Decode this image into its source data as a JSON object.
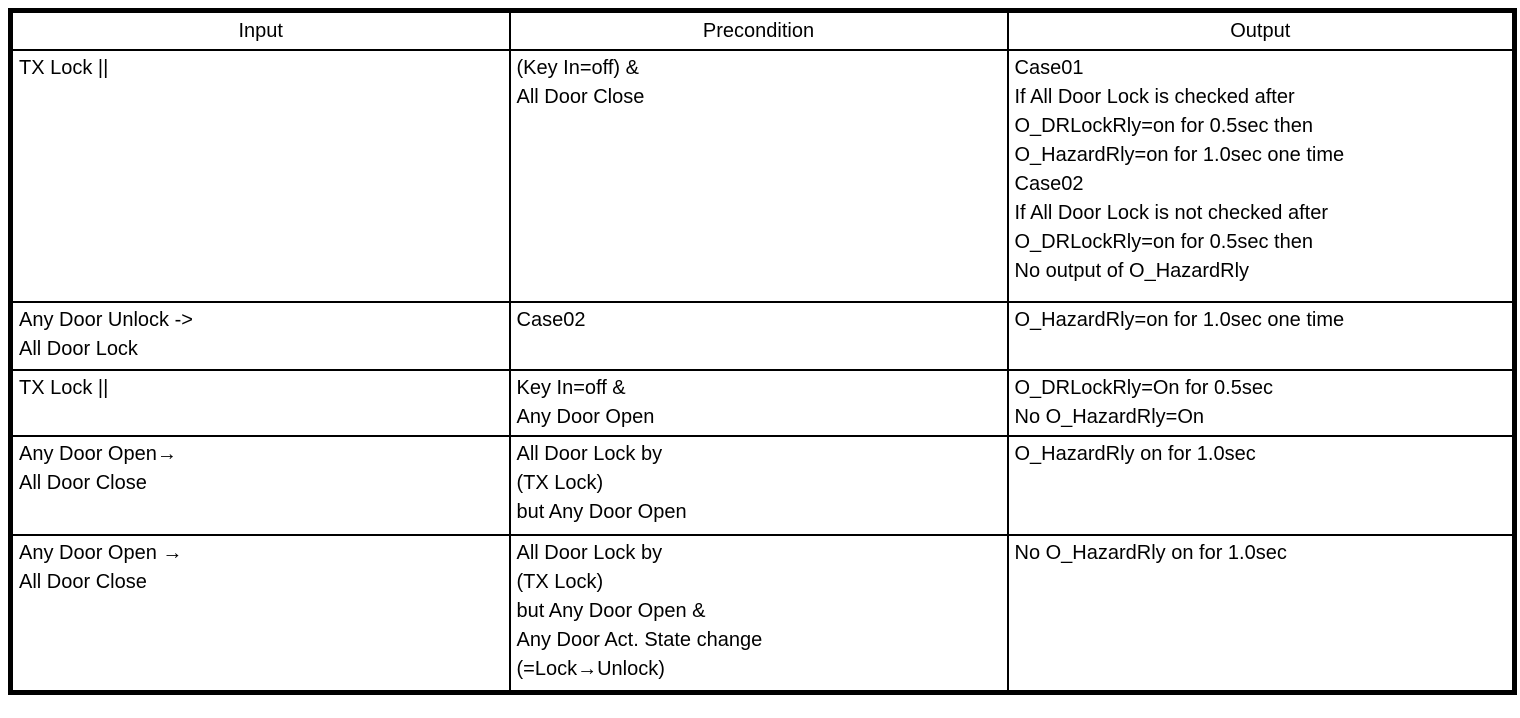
{
  "table": {
    "headers": {
      "input": "Input",
      "precondition": "Precondition",
      "output": "Output"
    },
    "rows": [
      {
        "input": [
          "TX Lock ||"
        ],
        "precondition": [
          "(Key In=off) &",
          "All Door Close"
        ],
        "output": [
          "Case01",
          "If All Door Lock is checked after",
          "O_DRLockRly=on for 0.5sec then",
          "O_HazardRly=on for 1.0sec one time",
          "Case02",
          "If All Door Lock is not checked after",
          "O_DRLockRly=on for 0.5sec then",
          "No output of O_HazardRly"
        ]
      },
      {
        "input": [
          "Any Door Unlock ->",
          "All Door Lock"
        ],
        "precondition": [
          "Case02"
        ],
        "output": [
          "O_HazardRly=on for 1.0sec one time"
        ]
      },
      {
        "input": [
          "TX Lock ||"
        ],
        "precondition": [
          "Key In=off &",
          "Any Door Open"
        ],
        "output": [
          "O_DRLockRly=On for 0.5sec",
          "No O_HazardRly=On"
        ]
      },
      {
        "input": [
          "Any Door Open→",
          "All Door Close"
        ],
        "precondition": [
          "All Door Lock by",
          "(TX Lock)",
          "but Any Door Open"
        ],
        "output": [
          "O_HazardRly on for 1.0sec"
        ]
      },
      {
        "input": [
          "Any Door Open →",
          "All Door Close"
        ],
        "precondition": [
          "All Door Lock by",
          "(TX Lock)",
          "but Any Door Open &",
          "Any Door Act. State change",
          "(=Lock→Unlock)"
        ],
        "output": [
          "No O_HazardRly on for 1.0sec"
        ]
      }
    ]
  }
}
